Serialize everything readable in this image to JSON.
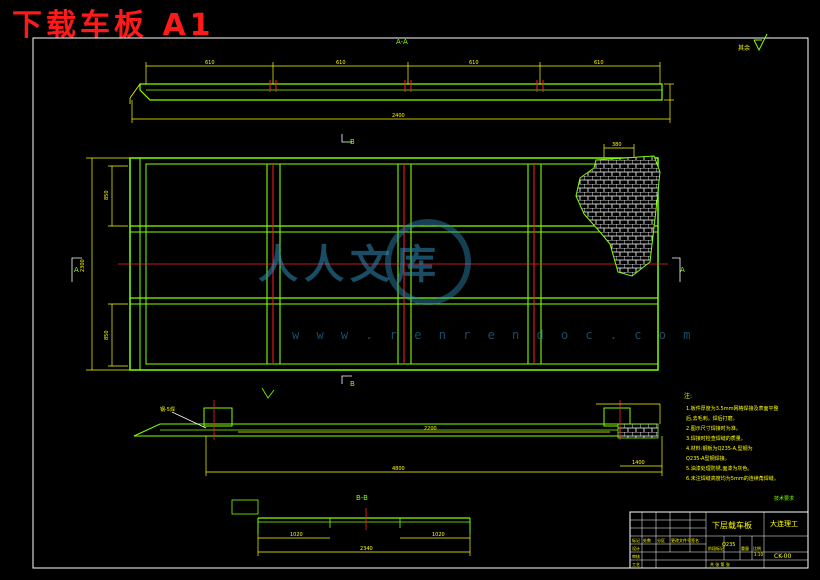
{
  "drawing_title": "下载车板 A1",
  "section_labels": {
    "aa_top": "A-A",
    "b_top": "B",
    "b_bottom": "B",
    "a_left": "A",
    "a_right": "A",
    "bb": "B-B"
  },
  "roughness_note": "其余",
  "weld_callout": "钢-5焊",
  "tech_requirements": {
    "heading": "注:",
    "lines": [
      "1.板件厚度为3.5mm网格焊接及表面平整",
      "后,去毛刺。焊后打磨。",
      "2.图示尺寸焊接时为准。",
      "3.焊接时检查焊缝的质量。",
      "4.材料:钢板为Q235-A,型钢为",
      "Q235-A型钢焊接。",
      "5.油漆处理防锈,面漆为灰色。",
      "6.未注焊缝高度均为5mm的连续角焊缝。"
    ]
  },
  "tech_tag": "技术要求",
  "title_block": {
    "part_name": "下层载车板",
    "company": "大连理工",
    "drawing_no": "CK-00",
    "material": "Q235",
    "scale": "1:10",
    "row_labels": [
      "标记",
      "处数",
      "分区",
      "更改文件号",
      "签名",
      "年月日"
    ],
    "role_labels": [
      "设计",
      "审核",
      "工艺",
      "批准"
    ],
    "stage_labels": [
      "阶段标记",
      "重量",
      "比例"
    ],
    "sheet": "共 张 第 张"
  },
  "dimensions": {
    "aa_segments": [
      "610",
      "610",
      "610",
      "610"
    ],
    "aa_total": "2400",
    "plan_height_left": "2300",
    "plan_sub_upper": "850",
    "plan_sub_lower": "850",
    "plan_inset_w": "380",
    "bottom_total": "4800",
    "bottom_seg": "2200",
    "bottom_right": "1400",
    "bb_left": "1020",
    "bb_right": "1020",
    "bb_total": "2340"
  },
  "watermark": {
    "main": "人人文库",
    "url": "w w w . r e n r e n d o c . c o m"
  }
}
